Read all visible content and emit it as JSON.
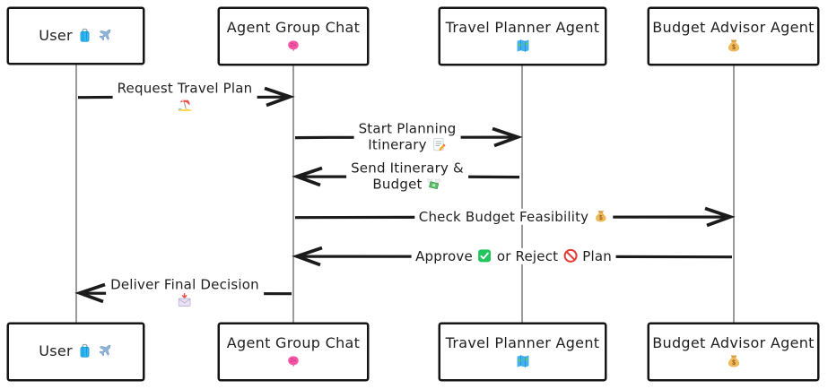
{
  "diagram": {
    "type": "sequence-diagram",
    "actors": [
      {
        "id": "user",
        "title": "User 🧳 ✈️",
        "icon_line": ""
      },
      {
        "id": "agent-group-chat",
        "title": "Agent Group Chat",
        "icon_line": "🧠"
      },
      {
        "id": "travel-planner-agent",
        "title": "Travel Planner Agent",
        "icon_line": "🗺️"
      },
      {
        "id": "budget-advisor-agent",
        "title": "Budget Advisor Agent",
        "icon_line": "💰"
      }
    ],
    "messages": [
      {
        "from": "User",
        "to": "Agent Group Chat",
        "direction": "right",
        "line1": "Request Travel Plan",
        "line2": "🏖️"
      },
      {
        "from": "Agent Group Chat",
        "to": "Travel Planner Agent",
        "direction": "right",
        "line1": "Start Planning",
        "line2": "Itinerary 📝"
      },
      {
        "from": "Travel Planner Agent",
        "to": "Agent Group Chat",
        "direction": "left",
        "line1": "Send Itinerary &",
        "line2": "Budget 💸"
      },
      {
        "from": "Agent Group Chat",
        "to": "Budget Advisor Agent",
        "direction": "right",
        "line1": "Check Budget Feasibility 💰",
        "line2": ""
      },
      {
        "from": "Budget Advisor Agent",
        "to": "Agent Group Chat",
        "direction": "left",
        "line1": "Approve ✅ or Reject 🚫 Plan",
        "line2": ""
      },
      {
        "from": "Agent Group Chat",
        "to": "User",
        "direction": "left",
        "line1": "Deliver Final Decision",
        "line2": "📩"
      }
    ],
    "icon_names": {
      "🧳": "luggage-icon",
      "✈️": "airplane-icon",
      "🧠": "brain-icon",
      "🗺️": "world-map-icon",
      "💰": "money-bag-icon",
      "🏖️": "beach-umbrella-icon",
      "📝": "memo-icon",
      "💸": "money-with-wings-icon",
      "✅": "check-mark-icon",
      "🚫": "prohibited-icon",
      "📩": "envelope-with-arrow-icon"
    },
    "colors": {
      "box_border": "#161616",
      "arrow": "#1b1b1b",
      "lifeline": "#9b9b9b",
      "text": "#1f1f1f",
      "background": "#ffffff"
    }
  }
}
